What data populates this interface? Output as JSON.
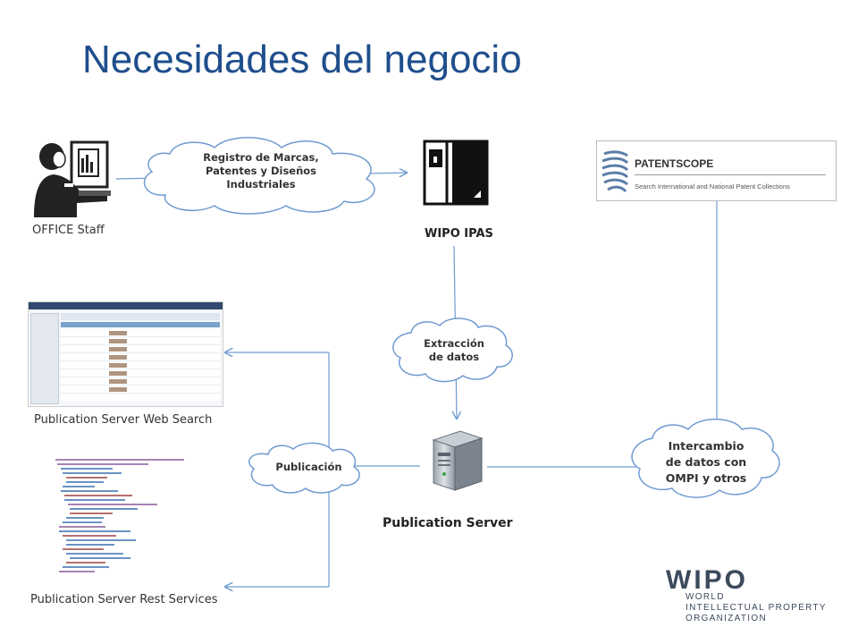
{
  "title": "Necesidades del negocio",
  "nodes": {
    "office_staff": "OFFICE Staff",
    "wipo_ipas": "WIPO IPAS",
    "publication_server": "Publication Server",
    "web_search": "Publication Server Web Search",
    "rest_services": "Publication Server Rest Services"
  },
  "clouds": {
    "registro": [
      "Registro de Marcas,",
      "Patentes y Diseños",
      "Industriales"
    ],
    "extraccion": [
      "Extracción",
      "de datos"
    ],
    "publicacion": [
      "Publicación"
    ],
    "intercambio": [
      "Intercambio",
      "de datos con",
      "OMPI y otros"
    ]
  },
  "patentscope": {
    "name": "PATENTSCOPE",
    "tagline": "Search International and National Patent Collections"
  },
  "wipo_logo": {
    "acronym": "WIPO",
    "line1": "WORLD",
    "line2": "INTELLECTUAL PROPERTY",
    "line3": "ORGANIZATION"
  },
  "colors": {
    "title": "#1f4e8c",
    "connector": "#6f9bd1",
    "cloud_fill": "#ffffff",
    "cloud_stroke": "#6f9bd1"
  },
  "icons": {
    "office_staff": "person-at-computer-icon",
    "wipo_ipas": "cabinet-icon",
    "publication_server": "server-icon"
  }
}
